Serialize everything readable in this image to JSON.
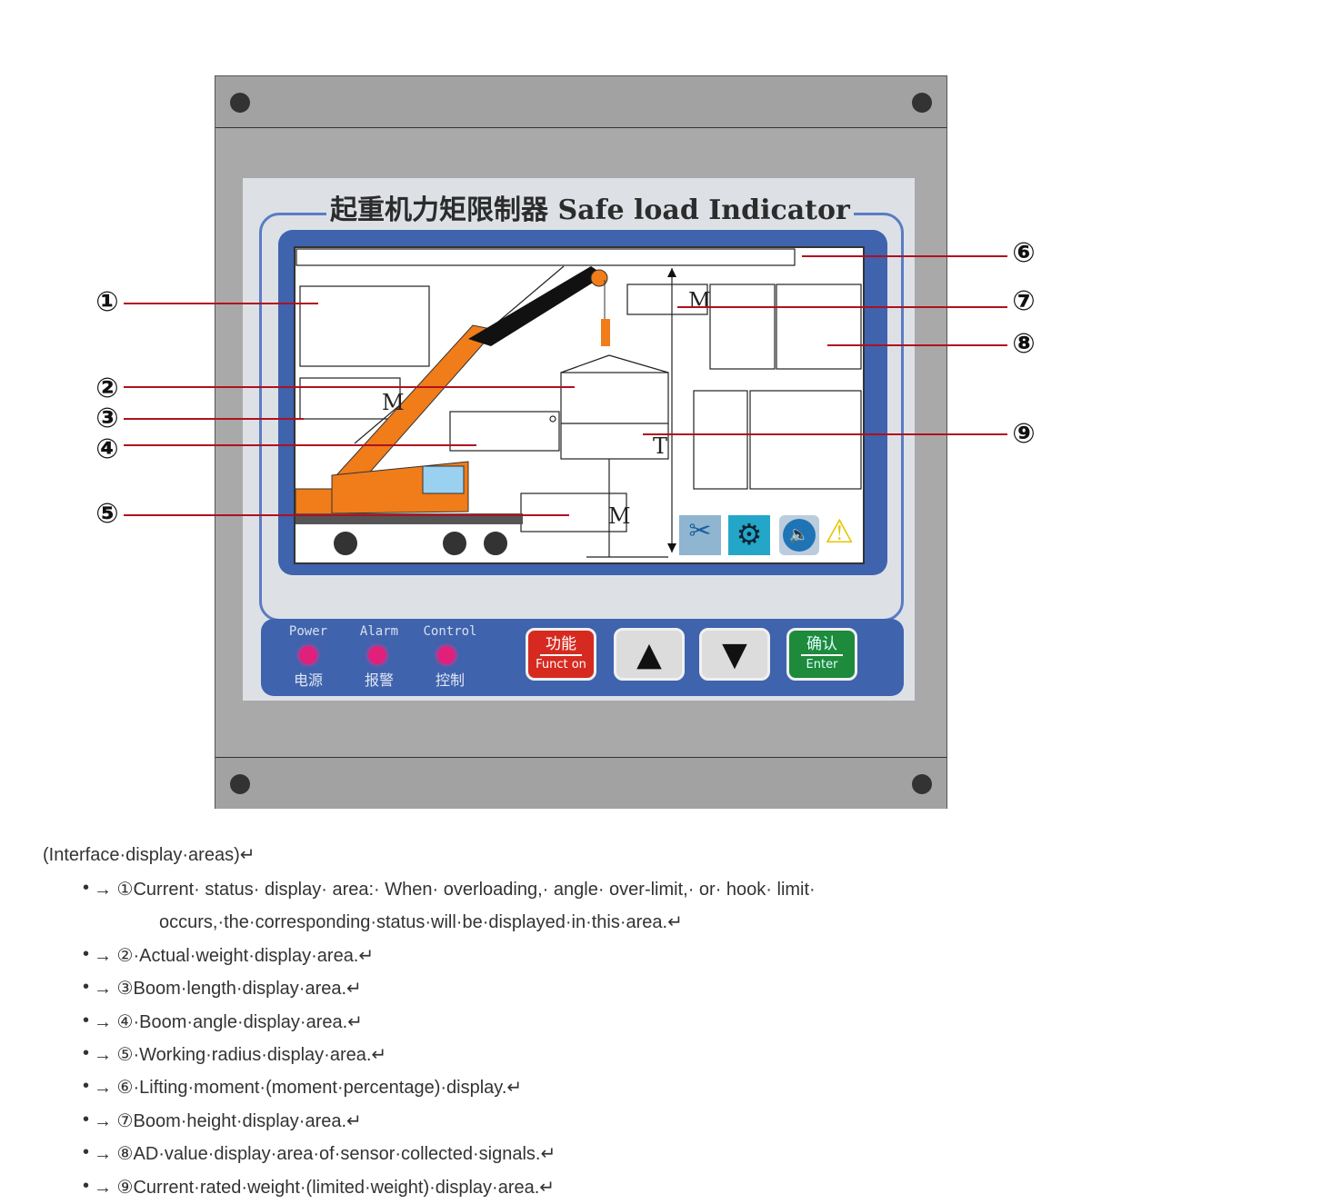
{
  "device": {
    "title": "起重机力矩限制器 Safe load Indicator",
    "screen_labels": {
      "m1": "M",
      "m2": "M",
      "m3": "M",
      "t": "T"
    },
    "screen_icons": [
      "tools-icon",
      "settings-gear-icon",
      "speaker-icon",
      "warning-icon"
    ],
    "indicators": [
      {
        "en": "Power",
        "cn": "电源"
      },
      {
        "en": "Alarm",
        "cn": "报警"
      },
      {
        "en": "Control",
        "cn": "控制"
      }
    ],
    "buttons": {
      "function": {
        "cn": "功能",
        "en": "Funct on"
      },
      "up": "▲",
      "down": "▼",
      "enter": {
        "cn": "确认",
        "en": "Enter"
      }
    },
    "callouts": [
      "①",
      "②",
      "③",
      "④",
      "⑤",
      "⑥",
      "⑦",
      "⑧",
      "⑨"
    ],
    "colors": {
      "bezel": "#3f63ad",
      "led": "#e0207a",
      "function_btn": "#d62a20",
      "enter_btn": "#1e8a3c",
      "callout_line": "#b01020",
      "crane": "#f07c1a"
    }
  },
  "document": {
    "caption": "(Interface·display·areas)↵",
    "items": [
      {
        "line1": "→ ①Current· status· display· area:· When· overloading,· angle· over-limit,· or· hook· limit·",
        "line2": "occurs,·the·corresponding·status·will·be·displayed·in·this·area.↵"
      },
      {
        "line1": "→ ②·Actual·weight·display·area.↵"
      },
      {
        "line1": "→ ③Boom·length·display·area.↵"
      },
      {
        "line1": "→ ④·Boom·angle·display·area.↵"
      },
      {
        "line1": "→ ⑤·Working·radius·display·area.↵"
      },
      {
        "line1": "→ ⑥·Lifting·moment·(moment·percentage)·display.↵"
      },
      {
        "line1": "→ ⑦Boom·height·display·area.↵"
      },
      {
        "line1": "→ ⑧AD·value·display·area·of·sensor·collected·signals.↵"
      },
      {
        "line1": "→ ⑨Current·rated·weight·(limited·weight)·display·area.↵"
      }
    ]
  }
}
